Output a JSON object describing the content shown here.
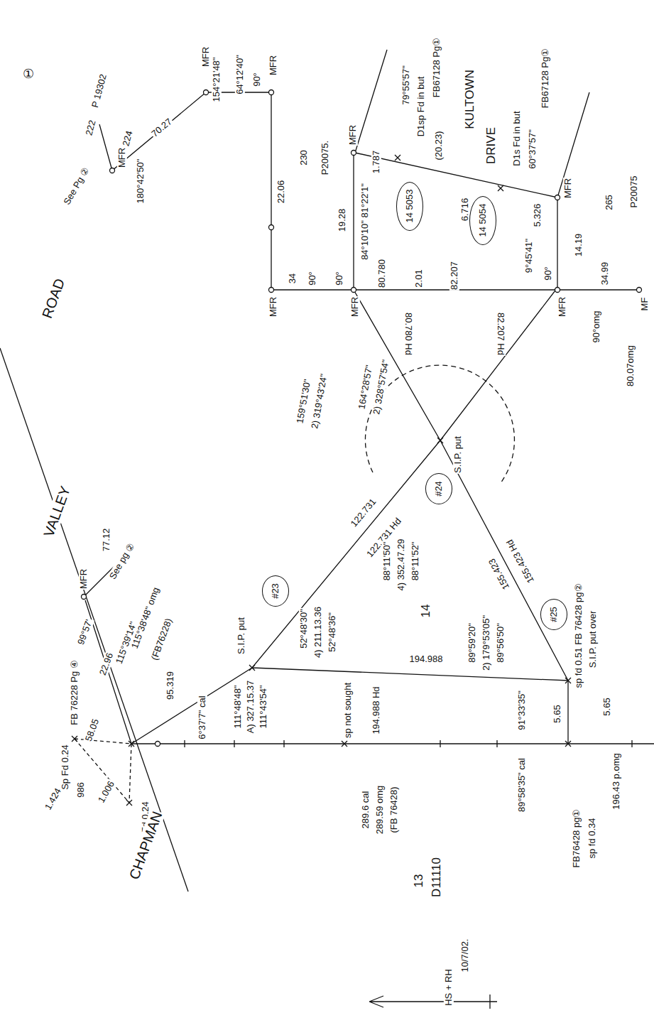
{
  "diagram": {
    "nodes": [
      {
        "text": [
          "14 5053"
        ]
      },
      {
        "text": [
          "14 5054"
        ]
      },
      {
        "text": [
          "#24"
        ]
      },
      {
        "text": [
          "#23"
        ]
      },
      {
        "text": [
          "#25"
        ]
      }
    ],
    "labels": [
      "①",
      "See Pg ②",
      "222",
      "P 19302",
      "224",
      "180°42'50\"",
      "MFR",
      "70.27",
      "154°21'48\"",
      "MFR",
      "64°12'40\"",
      "90°",
      "MFR",
      "22.06",
      "230",
      "P20075.",
      "MFR",
      "19.28",
      "84°10'10\" 81°22'1\"",
      "1.787",
      "MFR",
      "MFR",
      "34",
      "90°",
      "90°",
      "80.780",
      "2.01",
      "80.780 Hd",
      "82.207",
      "82.207 Hd",
      "79°55'57\"",
      "D1sp Fd in but",
      "FB67128 Pg①",
      "KULTOWN",
      "DRIVE",
      "FB67128 Pg①",
      "(20.23)",
      "6.716",
      "D1s Fd in but",
      "60°37'57\"",
      "5.326",
      "9°45'41\"",
      "14.19",
      "MFR",
      "MFR",
      "265",
      "P20075",
      "90°",
      "34.99",
      "MF",
      "90°omg",
      "80.07omg",
      "159°51'30\"",
      "2) 319°43'24\"",
      "164°28'57\"",
      "2) 328°57'54\"",
      "S.I.P. put",
      "122.731",
      "122.731 Hd",
      "88°11'50\"",
      "4) 352.47.29",
      "88°11'52\"",
      "14",
      "155.423",
      "155.423 Hd",
      "89°59'20\"",
      "2) 179°53'05\"",
      "89°56'50\"",
      "194.988",
      "194.988 Hd",
      "S.I.P. put",
      "52°48'30\"",
      "4) 211.13.36",
      "52°48'36\"",
      "111°48'48\"",
      "A) 327.15.37",
      "111°43'54\"",
      "95.319",
      "6°37'7\" cal",
      "115°39'14\"",
      "115°38'48\" omg",
      "(FB76228)",
      "MFR",
      "See pg ②",
      "77.12",
      "99°57'",
      "22.96",
      "FB 76228 Pg ④",
      "58.05",
      "Sp Fd 0.24",
      "986",
      "1.424",
      "1.006",
      "Sp Fd 0.24",
      "VALLEY",
      "ROAD",
      "CHAPMAN",
      "sp not sought",
      "289.6 cal",
      "289.59 omg",
      "(FB 76428)",
      "91°33'35\"",
      "89°58'35\" cal",
      "5.65",
      "sp fd 0.51 FB 76428 pg②",
      "S.I.P. put over",
      "5.65",
      "FB76428 pg①",
      "sp fd 0.34",
      "196.43 p.omg",
      "13",
      "D11110",
      "10/7/02.",
      "HS + RH"
    ]
  }
}
